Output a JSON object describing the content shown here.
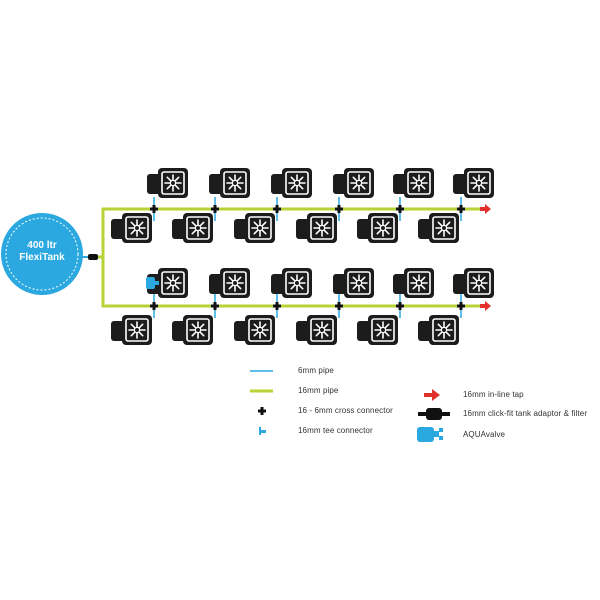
{
  "tank": {
    "line1": "400 ltr",
    "line2": "FlexiTank"
  },
  "legend": {
    "pipe_6mm": "6mm pipe",
    "pipe_16mm": "16mm pipe",
    "cross_connector": "16 - 6mm cross connector",
    "tee_connector": "16mm tee connector",
    "inline_tap": "16mm in-line tap",
    "tank_adaptor": "16mm click-fit tank adaptor & filter",
    "aquavalve": "AQUAvalve"
  },
  "colors": {
    "pipe_6mm": "#29a9e0",
    "pipe_16mm": "#b5d334",
    "tank": "#2aa8df",
    "tap": "#e2302b",
    "pot": "#1c1c1c",
    "tee": "#29a9e0"
  },
  "icons": {
    "pot": "plant-pot-icon",
    "cross": "cross-connector-icon",
    "tee": "tee-connector-icon",
    "tap": "inline-tap-icon",
    "adaptor": "tank-adaptor-icon",
    "valve": "aquavalve-icon"
  }
}
